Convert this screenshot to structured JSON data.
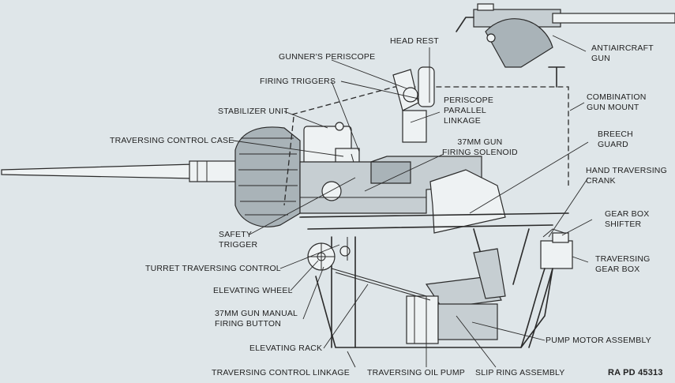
{
  "labels": {
    "antiaircraft_gun": "ANTIAIRCRAFT\nGUN",
    "head_rest": "HEAD REST",
    "gunners_periscope": "GUNNER'S PERISCOPE",
    "firing_triggers": "FIRING TRIGGERS",
    "periscope_parallel_linkage": "PERISCOPE\nPARALLEL\nLINKAGE",
    "combination_gun_mount": "COMBINATION\nGUN MOUNT",
    "stabilizer_unit": "STABILIZER UNIT",
    "breech_guard": "BREECH\nGUARD",
    "traversing_control_case": "TRAVERSING CONTROL CASE",
    "firing_solenoid": "37MM GUN\nFIRING SOLENOID",
    "hand_traversing_crank": "HAND TRAVERSING\nCRANK",
    "gear_box_shifter": "GEAR BOX\nSHIFTER",
    "safety_trigger": "SAFETY\nTRIGGER",
    "traversing_gear_box": "TRAVERSING\nGEAR BOX",
    "turret_traversing_control": "TURRET TRAVERSING CONTROL",
    "elevating_wheel": "ELEVATING WHEEL",
    "manual_firing_button": "37MM GUN MANUAL\nFIRING BUTTON",
    "pump_motor_assembly": "PUMP MOTOR ASSEMBLY",
    "elevating_rack": "ELEVATING RACK",
    "traversing_control_linkage": "TRAVERSING CONTROL LINKAGE",
    "traversing_oil_pump": "TRAVERSING OIL PUMP",
    "slip_ring_assembly": "SLIP RING ASSEMBLY",
    "figure_number": "RA  PD  45313"
  },
  "colors": {
    "paper": "#dfe6e9",
    "ink": "#2a2a2a",
    "shade": "#a9b3b8"
  }
}
